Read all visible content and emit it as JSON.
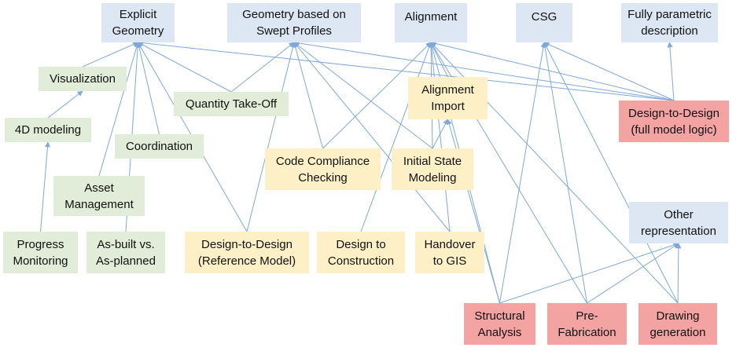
{
  "nodes": {
    "explicit_geometry": {
      "lines": [
        "Explicit",
        "Geometry"
      ],
      "category": "geometry"
    },
    "swept_profiles": {
      "lines": [
        "Geometry based on",
        "Swept Profiles"
      ],
      "category": "geometry"
    },
    "alignment": {
      "lines": [
        "Alignment"
      ],
      "category": "geometry"
    },
    "csg": {
      "lines": [
        "CSG"
      ],
      "category": "geometry"
    },
    "fully_parametric": {
      "lines": [
        "Fully parametric",
        "description"
      ],
      "category": "geometry"
    },
    "visualization": {
      "lines": [
        "Visualization"
      ],
      "category": "use-case"
    },
    "modeling_4d": {
      "lines": [
        "4D modeling"
      ],
      "category": "use-case"
    },
    "quantity_takeoff": {
      "lines": [
        "Quantity Take-Off"
      ],
      "category": "use-case"
    },
    "coordination": {
      "lines": [
        "Coordination"
      ],
      "category": "use-case"
    },
    "asset_management": {
      "lines": [
        "Asset",
        "Management"
      ],
      "category": "use-case"
    },
    "progress_monitoring": {
      "lines": [
        "Progress",
        "Monitoring"
      ],
      "category": "use-case"
    },
    "asbuilt_asplanned": {
      "lines": [
        "As-built vs.",
        "As-planned"
      ],
      "category": "use-case"
    },
    "alignment_import": {
      "lines": [
        "Alignment",
        "Import"
      ],
      "category": "exchange"
    },
    "code_compliance": {
      "lines": [
        "Code Compliance",
        "Checking"
      ],
      "category": "exchange"
    },
    "initial_state": {
      "lines": [
        "Initial State",
        "Modeling"
      ],
      "category": "exchange"
    },
    "d2d_reference": {
      "lines": [
        "Design-to-Design",
        "(Reference Model)"
      ],
      "category": "exchange"
    },
    "design_construction": {
      "lines": [
        "Design to",
        "Construction"
      ],
      "category": "exchange"
    },
    "handover_gis": {
      "lines": [
        "Handover",
        "to GIS"
      ],
      "category": "exchange"
    },
    "d2d_full": {
      "lines": [
        "Design-to-Design",
        "(full model logic)"
      ],
      "category": "advanced"
    },
    "other_representation": {
      "lines": [
        "Other",
        "representation"
      ],
      "category": "geometry"
    },
    "structural_analysis": {
      "lines": [
        "Structural",
        "Analysis"
      ],
      "category": "advanced"
    },
    "prefabrication": {
      "lines": [
        "Pre-",
        "Fabrication"
      ],
      "category": "advanced"
    },
    "drawing_generation": {
      "lines": [
        "Drawing",
        "generation"
      ],
      "category": "advanced"
    }
  },
  "edges": [
    [
      "visualization",
      "explicit_geometry"
    ],
    [
      "modeling_4d",
      "visualization"
    ],
    [
      "progress_monitoring",
      "modeling_4d"
    ],
    [
      "quantity_takeoff",
      "explicit_geometry"
    ],
    [
      "coordination",
      "explicit_geometry"
    ],
    [
      "asset_management",
      "explicit_geometry"
    ],
    [
      "asbuilt_asplanned",
      "explicit_geometry"
    ],
    [
      "d2d_reference",
      "explicit_geometry"
    ],
    [
      "quantity_takeoff",
      "swept_profiles"
    ],
    [
      "d2d_reference",
      "swept_profiles"
    ],
    [
      "code_compliance",
      "swept_profiles"
    ],
    [
      "initial_state",
      "swept_profiles"
    ],
    [
      "handover_gis",
      "swept_profiles"
    ],
    [
      "d2d_full",
      "swept_profiles"
    ],
    [
      "code_compliance",
      "alignment"
    ],
    [
      "initial_state",
      "alignment"
    ],
    [
      "handover_gis",
      "alignment"
    ],
    [
      "design_construction",
      "alignment"
    ],
    [
      "alignment_import",
      "alignment"
    ],
    [
      "d2d_full",
      "alignment"
    ],
    [
      "structural_analysis",
      "alignment"
    ],
    [
      "prefabrication",
      "alignment"
    ],
    [
      "drawing_generation",
      "alignment"
    ],
    [
      "structural_analysis",
      "csg"
    ],
    [
      "prefabrication",
      "csg"
    ],
    [
      "drawing_generation",
      "csg"
    ],
    [
      "d2d_full",
      "csg"
    ],
    [
      "d2d_full",
      "fully_parametric"
    ],
    [
      "structural_analysis",
      "other_representation"
    ],
    [
      "prefabrication",
      "other_representation"
    ],
    [
      "drawing_generation",
      "other_representation"
    ],
    [
      "initial_state",
      "alignment_import"
    ],
    [
      "structural_analysis",
      "alignment_import"
    ],
    [
      "d2d_full",
      "explicit_geometry"
    ]
  ],
  "colors": {
    "geometry": "#dde7f3",
    "use-case": "#e1edd8",
    "exchange": "#fdf0c7",
    "advanced": "#f4a3a3",
    "edge": "#7fa9d8"
  }
}
